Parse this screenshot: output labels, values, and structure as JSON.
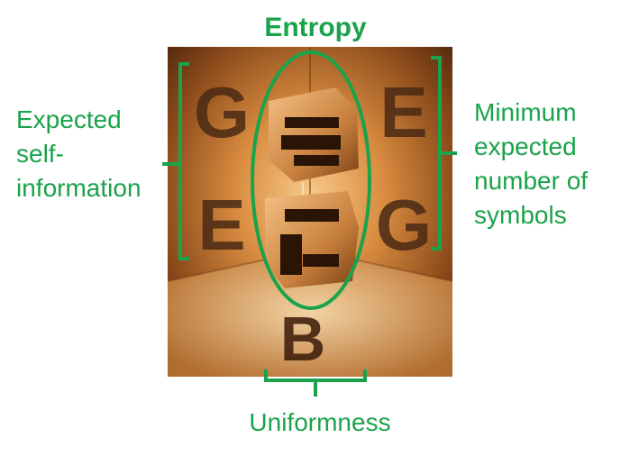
{
  "diagram": {
    "title": "Entropy",
    "left_label": "Expected self-information",
    "right_label": "Minimum expected number of symbols",
    "bottom_label": "Uniformness",
    "accent_color": "#1aa34a",
    "image": {
      "subject": "suspended-letter-sculpture-photo",
      "wall_letters_left": [
        "G",
        "E"
      ],
      "wall_letters_right": [
        "E",
        "G"
      ],
      "floor_shadow_letter": "B"
    }
  }
}
